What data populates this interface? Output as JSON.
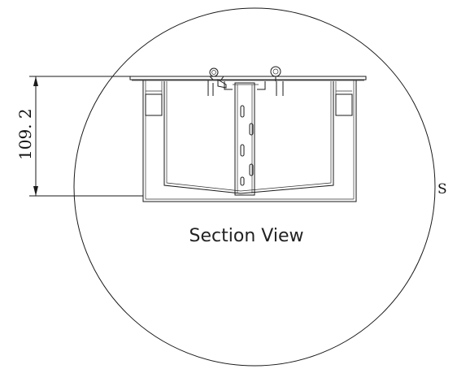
{
  "drawing": {
    "dimension_value": "109. 2",
    "section_label": "S",
    "caption": "Section View",
    "line_color": "#1a1a1a"
  }
}
